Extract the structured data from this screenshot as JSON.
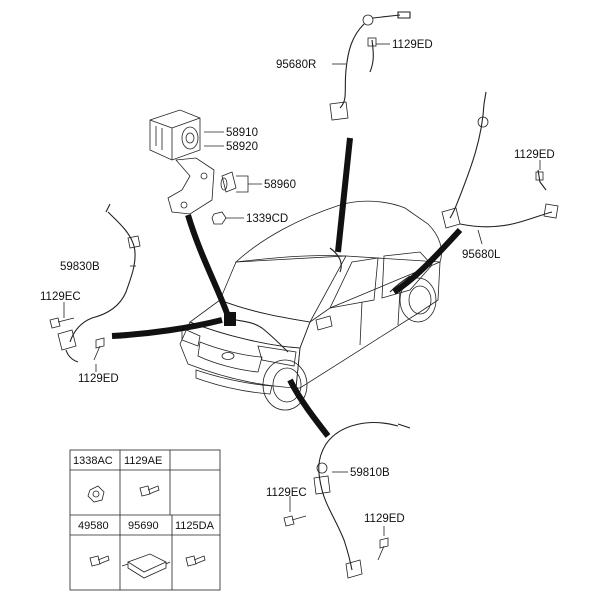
{
  "labels": {
    "p58910": "58910",
    "p58920": "58920",
    "p58960": "58960",
    "p1339CD": "1339CD",
    "p95680R": "95680R",
    "p1129ED_top": "1129ED",
    "p1129ED_right": "1129ED",
    "p95680L": "95680L",
    "p59830B": "59830B",
    "p1129EC_left": "1129EC",
    "p1129ED_left": "1129ED",
    "p59810B": "59810B",
    "p1129EC_bottom": "1129EC",
    "p1129ED_bottom": "1129ED"
  },
  "parts_table": {
    "row1": [
      "1338AC",
      "1129AE"
    ],
    "row2": [
      "49580",
      "95690",
      "1125DA"
    ]
  },
  "colors": {
    "line": "#222222",
    "background": "#ffffff"
  }
}
